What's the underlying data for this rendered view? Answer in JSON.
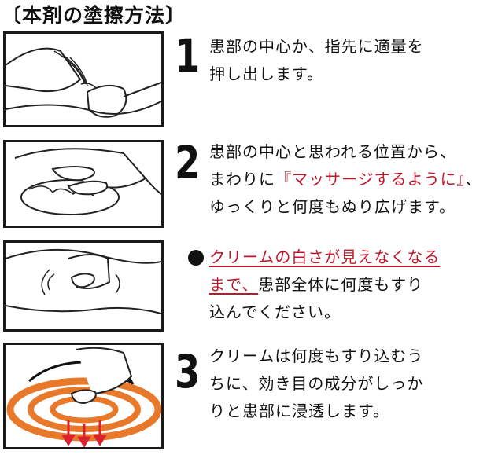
{
  "heading": "〔本剤の塗擦方法〕",
  "steps": [
    {
      "number": "1",
      "lines": [
        "患部の中心か、指先に適量を",
        "押し出します。"
      ]
    },
    {
      "number": "2",
      "line1": "患部の中心と思われる位置から、",
      "line2_pre": "まわりに",
      "line2_red": "『マッサージするように』",
      "line2_post": "、",
      "line3": "ゆっくりと何度もぬり広げます。"
    },
    {
      "number": "",
      "line1_red": "クリームの白さが見えなくなる",
      "line2_red": "まで、",
      "line2_post": "患部全体に何度もすり",
      "line3": "込んでください。"
    },
    {
      "number": "3",
      "lines": [
        "クリームは何度もすり込むう",
        "ちに、効き目の成分がしっか",
        "りと患部に浸透します。"
      ]
    }
  ],
  "colors": {
    "accent_red": "#c0162a",
    "ring_orange": "#e8792a",
    "ink": "#111111"
  }
}
